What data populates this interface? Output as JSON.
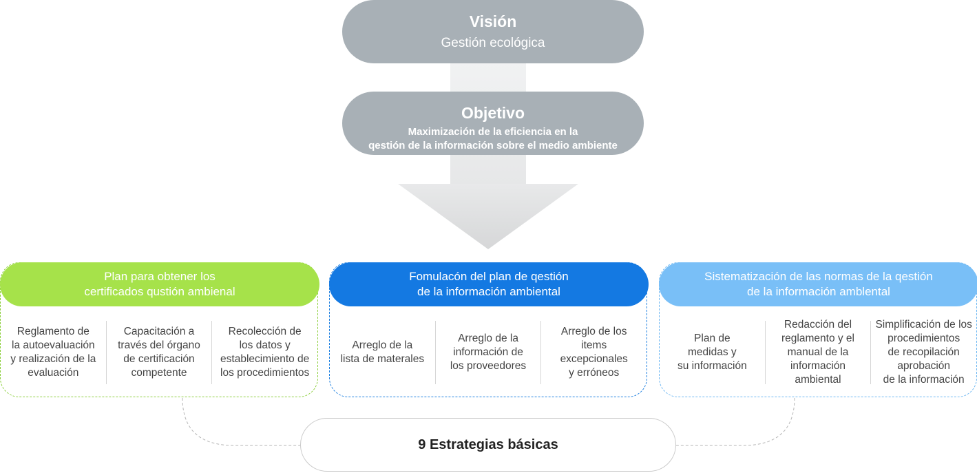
{
  "vision": {
    "title": "Visión",
    "subtitle": "Gestión ecológica"
  },
  "objective": {
    "title": "Objetivo",
    "line1": "Maximización de la eficiencia en la",
    "line2": "qestión de la información sobre el medio ambiente"
  },
  "groups": [
    {
      "title": "Plan para obtener los\ncertificados qustión ambienal",
      "color": "#a6e24a",
      "items": [
        "Reglamento de\nla autoevaluación\ny realización de la\nevaluación",
        "Capacitación a\ntravés del órgano\nde certificación\ncompetente",
        "Recolección de\nlos datos y\nestablecimiento de\nlos procedimientos"
      ]
    },
    {
      "title": "Fomulacón del plan de qestión\nde la información ambiental",
      "color": "#1479e2",
      "items": [
        "Arreglo de la\nlista de materales",
        "Arreglo de la\ninformación de\nlos proveedores",
        "Arreglo de los\nitems\nexcepcionales\ny erróneos"
      ]
    },
    {
      "title": "Sistematización de las normas de la qestión\nde la información amblental",
      "color": "#79bff7",
      "items": [
        "Plan de\nmedidas y\nsu información",
        "Redacción del\nreglamento y el\nmanual de la\ninformación\nambiental",
        "Simplificación de los\nprocedimientos\nde recopilación\naprobación\nde la información"
      ]
    }
  ],
  "strategy": {
    "label": "9 Estrategias básicas"
  }
}
